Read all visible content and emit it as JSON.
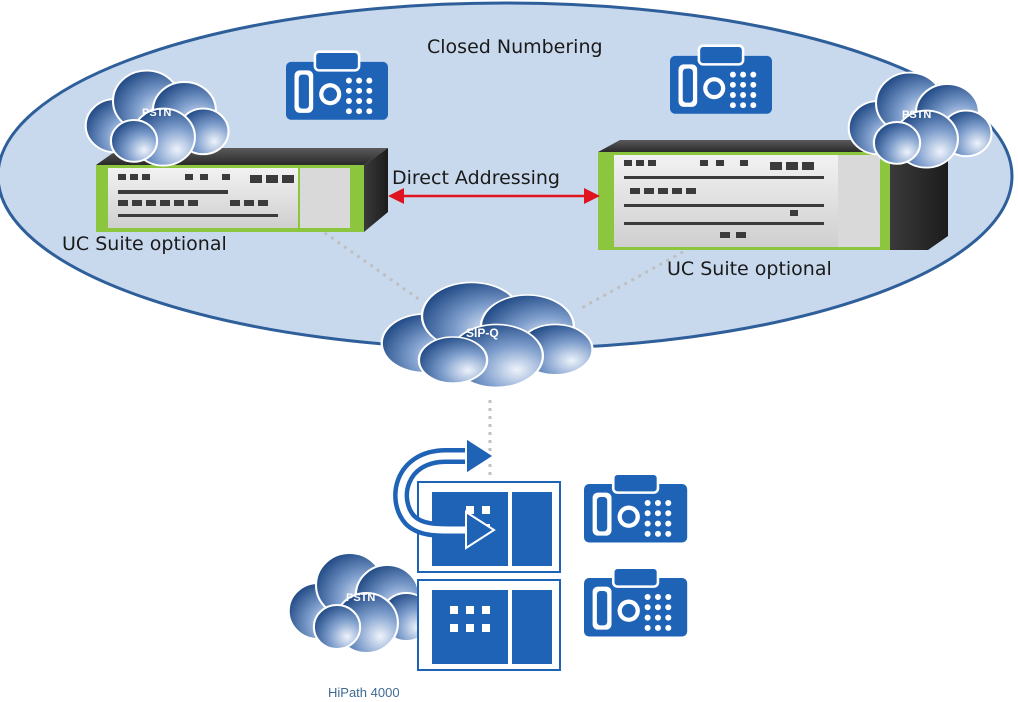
{
  "labels": {
    "closed_numbering": "Closed Numbering",
    "direct_addressing": "Direct Addressing",
    "uc_suite_left": "UC Suite optional",
    "uc_suite_right": "UC Suite optional",
    "hipath": "HiPath 4000"
  },
  "clouds": {
    "pstn_left": "PSTN",
    "pstn_right": "PSTN",
    "sip_q": "SIP-Q",
    "pstn_bottom": "PSTN"
  },
  "colors": {
    "ellipse_fill": "#c8d9ee",
    "ellipse_stroke": "#2f5f9a",
    "cloud_dark": "#16427f",
    "cloud_light": "#e9f0fa",
    "icon_blue": "#1f63b6",
    "arrow_red": "#e0141e",
    "device_green": "#8cc63f",
    "dotted_line": "#bfbfbf",
    "hipath_text": "#3f6a92"
  },
  "icons": [
    "phone-icon",
    "pbx-building-icon",
    "redirect-arrow-icon",
    "cloud-icon",
    "server-chassis-icon"
  ]
}
